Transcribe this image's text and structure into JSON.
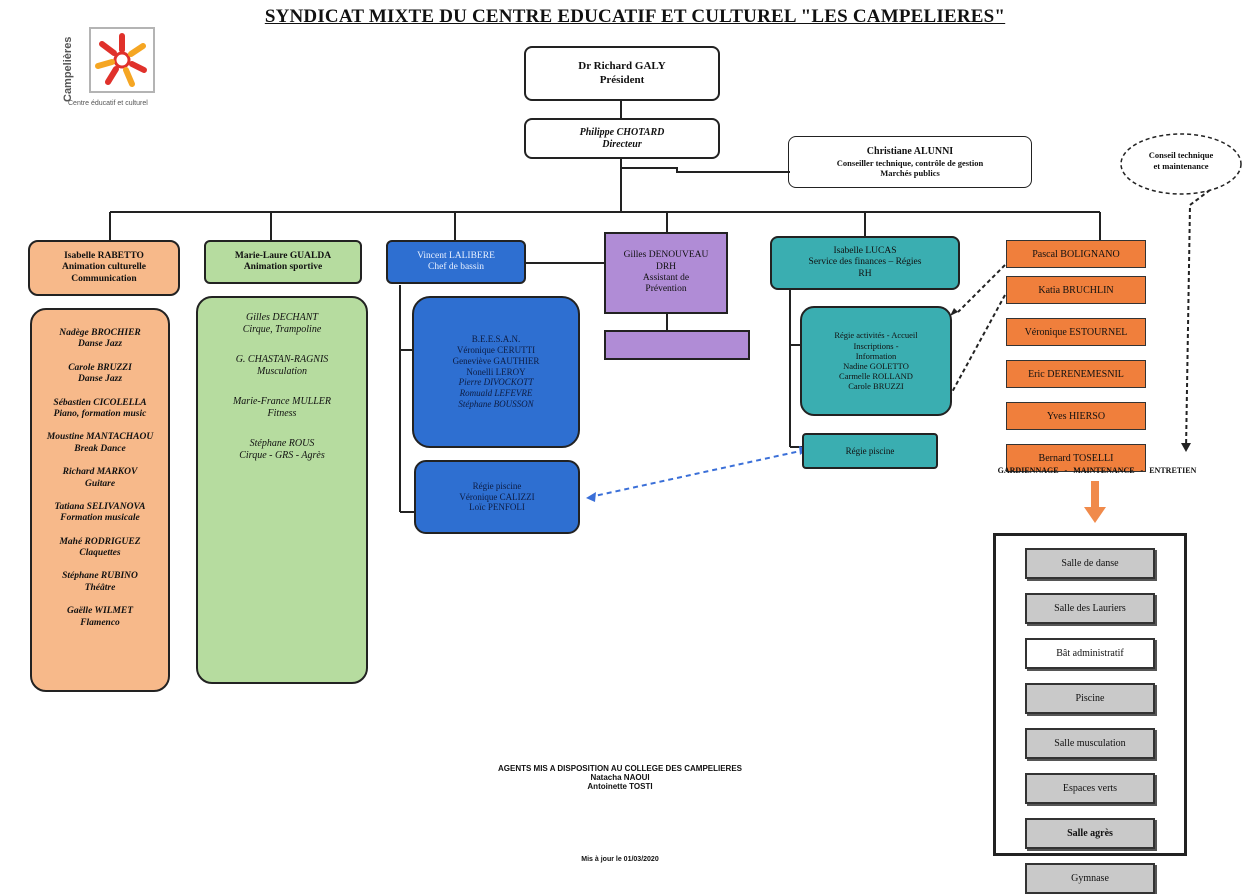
{
  "title": "SYNDICAT MIXTE DU CENTRE EDUCATIF ET CULTUREL \"LES CAMPELIERES\"",
  "logo": {
    "vertical_text": "Campelières",
    "tagline": "Centre éducatif et culturel"
  },
  "president": {
    "name": "Dr Richard GALY",
    "role": "Président"
  },
  "director": {
    "name": "Philippe CHOTARD",
    "role": "Directeur"
  },
  "advisor": {
    "name": "Christiane ALUNNI",
    "role": "Conseiller technique, contrôle de gestion",
    "role2": "Marchés publics"
  },
  "conseil": {
    "line1": "Conseil technique",
    "line2": "et maintenance"
  },
  "culture": {
    "name": "Isabelle RABETTO",
    "role1": "Animation culturelle",
    "role2": "Communication",
    "staff": [
      {
        "name": "Nadège BROCHIER",
        "subject": "Danse Jazz"
      },
      {
        "name": "Carole BRUZZI",
        "subject": "Danse Jazz"
      },
      {
        "name": "Sébastien CICOLELLA",
        "subject": "Piano, formation music"
      },
      {
        "name": "Moustine MANTACHAOU",
        "subject": "Break Dance"
      },
      {
        "name": "Richard MARKOV",
        "subject": "Guitare"
      },
      {
        "name": "Tatiana SELIVANOVA",
        "subject": "Formation musicale"
      },
      {
        "name": "Mahé RODRIGUEZ",
        "subject": "Claquettes"
      },
      {
        "name": "Stéphane RUBINO",
        "subject": "Théâtre"
      },
      {
        "name": "Gaëlle WILMET",
        "subject": "Flamenco"
      }
    ]
  },
  "sport": {
    "name": "Marie-Laure GUALDA",
    "role": "Animation sportive",
    "staff": [
      {
        "name": "Gilles DECHANT",
        "subject": "Cirque, Trampoline"
      },
      {
        "name": "G. CHASTAN-RAGNIS",
        "subject": "Musculation"
      },
      {
        "name": "Marie-France MULLER",
        "subject": "Fitness"
      },
      {
        "name": "Stéphane ROUS",
        "subject": "Cirque - GRS - Agrès"
      }
    ]
  },
  "pool": {
    "name": "Vincent LALIBERE",
    "role": "Chef de bassin",
    "bessan": {
      "title": "B.E.E.S.A.N.",
      "names": [
        "Véronique CERUTTI",
        "Geneviève GAUTHIER",
        "Nonelli LEROY"
      ],
      "names_italic": [
        "Pierre DIVOCKOTT",
        "Romuald LEFEVRE",
        "Stéphane BOUSSON"
      ]
    },
    "regie": {
      "title": "Régie piscine",
      "names": [
        "Véronique CALIZZI",
        "Loïc PENFOLI"
      ]
    }
  },
  "drh": {
    "name": "Gilles DENOUVEAU",
    "line2": "DRH",
    "line3": "Assistant de",
    "line4": "Prévention"
  },
  "finance": {
    "name": "Isabelle LUCAS",
    "role": "Service des finances – Régies",
    "role2": "RH",
    "regie_box": {
      "lines": [
        "Régie activités - Accueil",
        "Inscriptions -",
        "Information",
        "Nadine GOLETTO",
        "Carmelle ROLLAND",
        "Carole BRUZZI"
      ]
    },
    "regie_piscine": "Régie piscine"
  },
  "maintenance": {
    "staff": [
      "Pascal BOLIGNANO",
      "Katia BRUCHLIN",
      "Véronique ESTOURNEL",
      "Eric DERENEMESNIL",
      "Yves HIERSO",
      "Bernard TOSELLI"
    ],
    "label": "GARDIENNAGE - MAINTENANCE - ENTRETIEN"
  },
  "facilities": [
    "Salle de danse",
    "Salle des Lauriers",
    "Bât administratif",
    "Piscine",
    "Salle musculation",
    "Espaces verts",
    "Salle agrès",
    "Gymnase"
  ],
  "footer": {
    "line1": "AGENTS MIS A DISPOSITION AU COLLEGE DES CAMPELIERES",
    "line2": "Natacha NAOUI",
    "line3": "Antoinette TOSTI",
    "update": "Mis à jour le 01/03/2020"
  },
  "colors": {
    "orange_light": "#f7b98a",
    "green_light": "#b6dc9f",
    "blue": "#2e6fd1",
    "purple": "#b08cd6",
    "teal": "#3aaeb1",
    "orange": "#f07f3c",
    "gray": "#c9c9c9"
  }
}
